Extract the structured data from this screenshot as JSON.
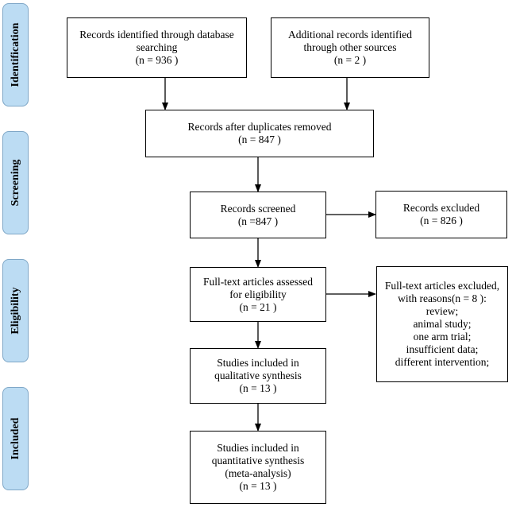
{
  "stages": {
    "identification": "Identification",
    "screening": "Screening",
    "eligibility": "Eligibility",
    "included": "Included"
  },
  "boxes": {
    "database": {
      "lines": [
        "Records identified through database",
        "searching",
        "(n = 936 )"
      ]
    },
    "other_sources": {
      "lines": [
        "Additional records identified",
        "through other sources",
        "(n = 2 )"
      ]
    },
    "duplicates_removed": {
      "lines": [
        "Records after duplicates removed",
        "(n = 847 )"
      ]
    },
    "screened": {
      "lines": [
        "Records screened",
        "(n =847 )"
      ]
    },
    "excluded": {
      "lines": [
        "Records excluded",
        "(n = 826 )"
      ]
    },
    "full_text": {
      "lines": [
        "Full-text articles assessed",
        "for eligibility",
        "(n = 21 )"
      ]
    },
    "full_text_excluded": {
      "lines": [
        "Full-text articles excluded,",
        "with reasons(n = 8 ):",
        "review;",
        "animal study;",
        "one arm trial;",
        "insufficient data;",
        "different intervention;"
      ]
    },
    "qualitative": {
      "lines": [
        "Studies included in",
        "qualitative synthesis",
        "(n = 13 )"
      ]
    },
    "quantitative": {
      "lines": [
        "Studies included in",
        "quantitative synthesis",
        "(meta-analysis)",
        "(n = 13 )"
      ]
    }
  }
}
